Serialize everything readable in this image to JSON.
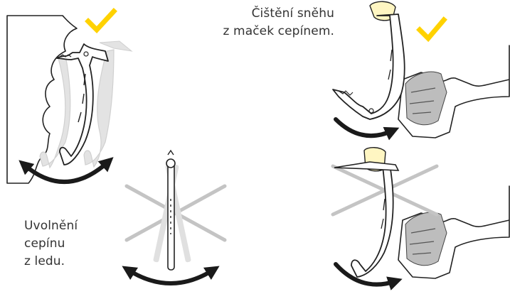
{
  "captions": {
    "snow_cleaning": {
      "line1": "Čištění sněhu",
      "line2": "z maček cepínem."
    },
    "release_from_ice": {
      "line1": "Uvolnění",
      "line2": "cepínu",
      "line3": "z ledu."
    }
  },
  "colors": {
    "check": "#FFD200",
    "arrow": "#1a1a1a",
    "cross": "#c4c4c4",
    "ghost": "#dcdcdc",
    "tool": "#ffffff",
    "hand": "#fff6c2"
  },
  "icons": [
    "check-icon",
    "double-arrow-icon",
    "cross-icon",
    "ice-axe-icon",
    "crampon-boot-icon",
    "hand-icon"
  ]
}
